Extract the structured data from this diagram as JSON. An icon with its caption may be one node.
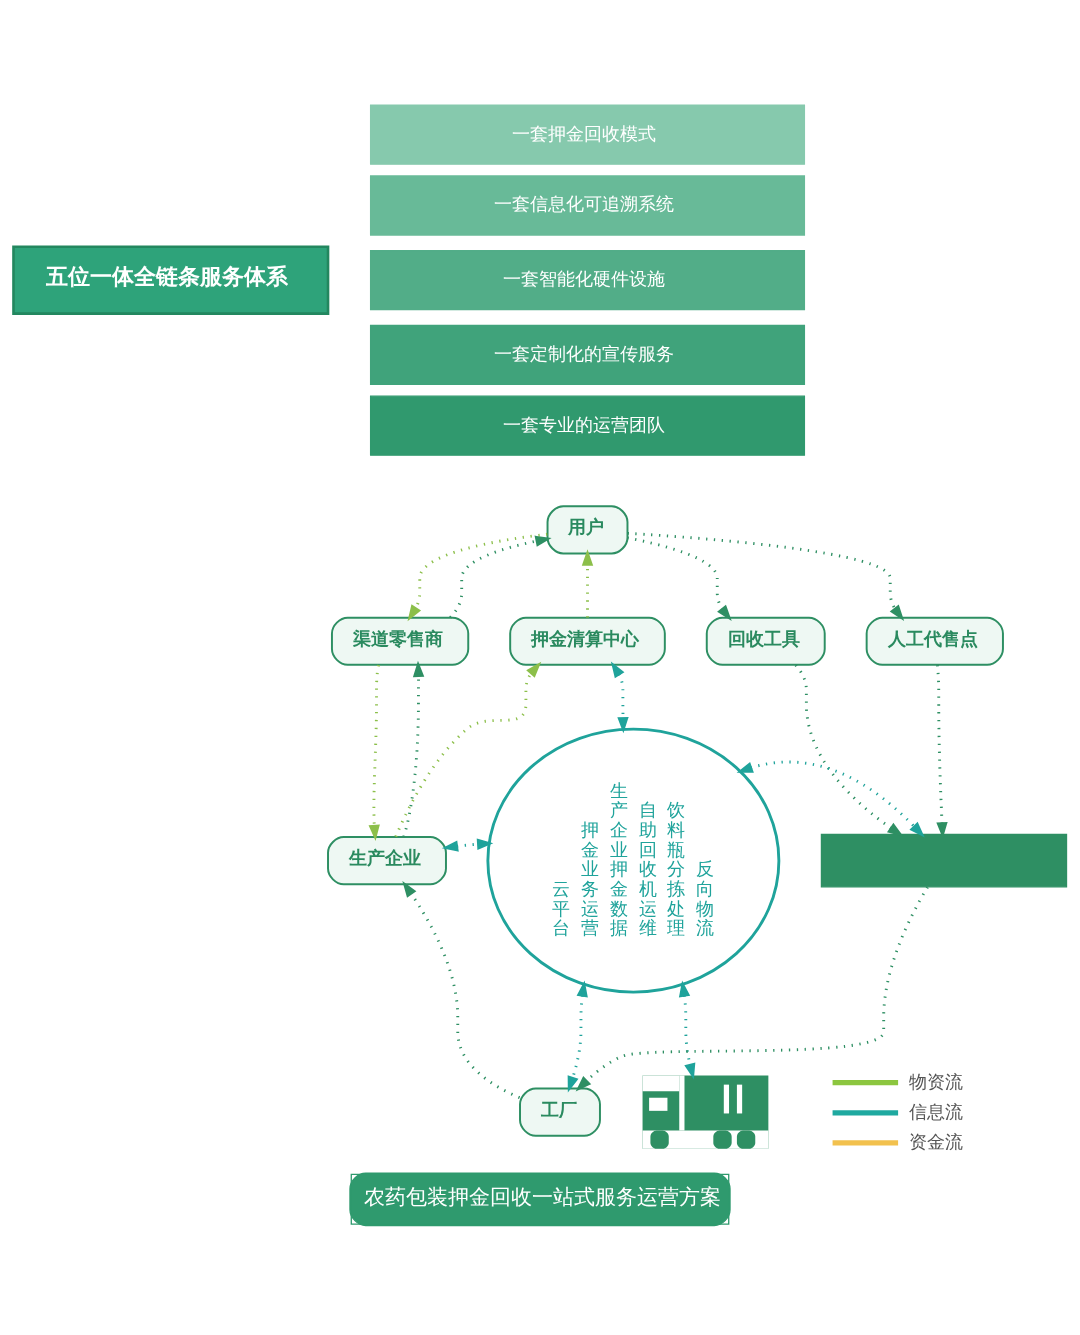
{
  "diagram": {
    "caption": "农药包装押金回收一站式服务运营方案",
    "nodes": [
      {
        "text": [
          "五位一体全链条服务体系"
        ]
      },
      {
        "text": [
          "一套押金回收模式"
        ]
      },
      {
        "text": [
          "一套信息化可追溯系统"
        ]
      },
      {
        "text": [
          "一套智能化硬件设施"
        ]
      },
      {
        "text": [
          "一套定制化的宣传服务"
        ]
      },
      {
        "text": [
          "一套专业的运营团队"
        ]
      },
      {
        "text": [
          "用户"
        ]
      },
      {
        "text": [
          "渠道零售商"
        ]
      },
      {
        "text": [
          "押金清算中心"
        ]
      },
      {
        "text": [
          "人工代售点"
        ]
      },
      {
        "text": [
          "回收工具"
        ]
      },
      {
        "text": [
          "生产企业"
        ]
      },
      {
        "text": [
          "云平台",
          "押金业务运营",
          "生产企业押金数据",
          "自助回收机运维",
          "饮料瓶分拣处理",
          "反向物流"
        ]
      },
      {
        "text": [],
        "shape": "box"
      },
      {
        "text": [],
        "shape": "picture"
      },
      {
        "text": [
          "工厂"
        ]
      }
    ],
    "edges": [
      {
        "from": 7,
        "to": 6,
        "arrow": "to"
      },
      {
        "from": 6,
        "to": 7,
        "arrow": "to",
        "color": "#8cbf4a"
      },
      {
        "from": 8,
        "to": 6,
        "arrow": "to",
        "color": "#8cbf4a"
      },
      {
        "from": 6,
        "to": 9,
        "arrow": "to"
      },
      {
        "from": 6,
        "to": 10,
        "arrow": "to"
      },
      {
        "from": 11,
        "to": 7,
        "arrow": "to"
      },
      {
        "from": 7,
        "to": 11,
        "arrow": "to",
        "color": "#8cbf4a"
      },
      {
        "from": 11,
        "to": 8,
        "arrow": "to",
        "color": "#8cbf4a"
      },
      {
        "from": 8,
        "to": 12,
        "arrow": "both",
        "color": "#1fa39b"
      },
      {
        "from": 11,
        "to": 12,
        "arrow": "both",
        "color": "#1fa39b"
      },
      {
        "from": 12,
        "to": 13,
        "arrow": "both",
        "color": "#1fa39b"
      },
      {
        "from": 12,
        "to": 14,
        "arrow": "both",
        "color": "#1fa39b"
      },
      {
        "from": 12,
        "to": 15,
        "arrow": "both",
        "color": "#1fa39b"
      },
      {
        "from": 10,
        "to": 13,
        "arrow": "to"
      },
      {
        "from": 9,
        "to": 13,
        "arrow": "to"
      },
      {
        "from": 13,
        "to": 15,
        "arrow": "to"
      },
      {
        "from": 15,
        "to": 11,
        "arrow": "to"
      }
    ],
    "legend": [
      {
        "text": "物资流"
      },
      {
        "text": "信息流"
      },
      {
        "text": "资金流"
      }
    ]
  }
}
